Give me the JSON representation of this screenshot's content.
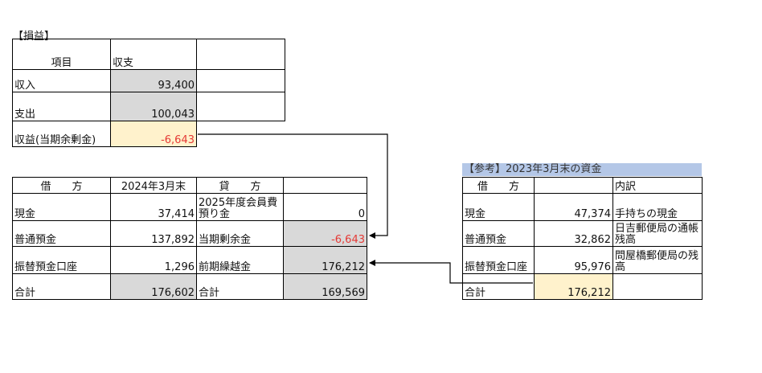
{
  "pl": {
    "title": "【損益】",
    "header": {
      "item": "項目",
      "col": "収支"
    },
    "rows": [
      {
        "label": "収入",
        "value": "93,400"
      },
      {
        "label": "支出",
        "value": "100,043"
      },
      {
        "label": "収益(当期余剰金)",
        "value": "-6,643"
      }
    ]
  },
  "bs": {
    "header": {
      "debit": "借　　方",
      "date": "2024年3月末",
      "credit": "貸　　方"
    },
    "rows": [
      {
        "debit": "現金",
        "debit_value": "37,414",
        "credit": "2025年度会員費預り金",
        "credit_value": "0"
      },
      {
        "debit": "普通預金",
        "debit_value": "137,892",
        "credit": "当期剰余金",
        "credit_value": "-6,643"
      },
      {
        "debit": "振替預金口座",
        "debit_value": "1,296",
        "credit": "前期繰越金",
        "credit_value": "176,212"
      }
    ],
    "total": {
      "debit_label": "合計",
      "debit_value": "176,602",
      "credit_label": "合計",
      "credit_value": "169,569"
    }
  },
  "ref": {
    "title": "【参考】2023年3月末の資金",
    "header": {
      "debit": "借　　方",
      "value": "",
      "note": "内訳"
    },
    "rows": [
      {
        "label": "現金",
        "value": "47,374",
        "note": "手持ちの現金"
      },
      {
        "label": "普通預金",
        "value": "32,862",
        "note": "日吉郵便局の通帳残高"
      },
      {
        "label": "振替預金口座",
        "value": "95,976",
        "note": "問屋橋郵便局の残高"
      }
    ],
    "total": {
      "label": "合計",
      "value": "176,212"
    }
  },
  "colors": {
    "gray": "#d9d9d9",
    "cream": "#fff2cc",
    "negative": "#e53935",
    "ref_title_bg": "#b4c7e7"
  }
}
